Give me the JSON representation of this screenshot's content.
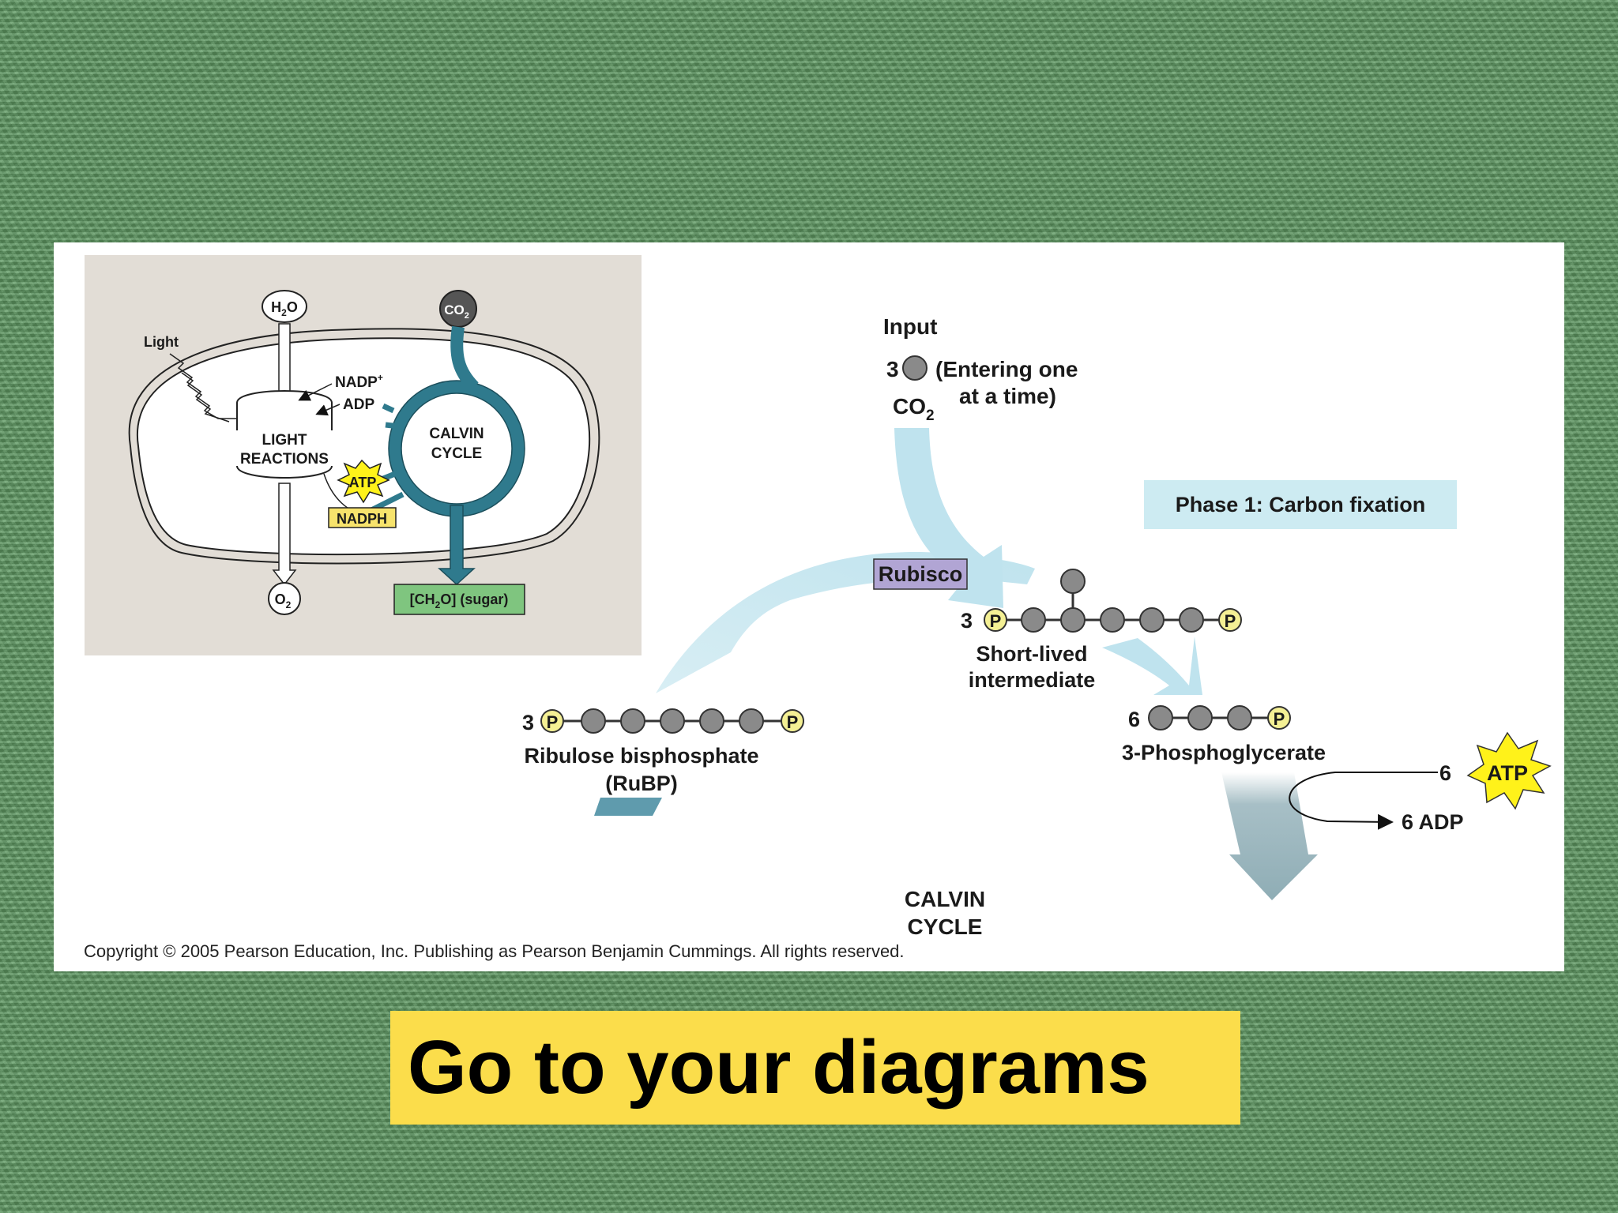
{
  "colors": {
    "background": "#5f9a63",
    "panel": "#ffffff",
    "inset_background": "#e2ddd6",
    "calvin_cycle_arrow": "#2f7a8d",
    "flow_arrow_light": "#bfe3ee",
    "phase_box": "#cdebf2",
    "rubisco_box": "#b1a5d4",
    "atp_starburst": "#fff21a",
    "nadph_box": "#f7e36c",
    "sugar_box": "#7fc57f",
    "phosphate": "#f4f094",
    "cta_box": "#fbdd4b"
  },
  "inset": {
    "h2o": "H",
    "h2o_sub": "2",
    "h2o_tail": "O",
    "co2": "CO",
    "co2_sub": "2",
    "light": "Light",
    "nadp": "NADP",
    "nadp_sup": "+",
    "adp": "ADP",
    "light_reactions": [
      "LIGHT",
      "REACTIONS"
    ],
    "calvin_cycle": [
      "CALVIN",
      "CYCLE"
    ],
    "atp": "ATP",
    "nadph": "NADPH",
    "o2": "O",
    "o2_sub": "2",
    "sugar_pre": "[CH",
    "sugar_sub": "2",
    "sugar_post": "O] (sugar)"
  },
  "main": {
    "input_label": "Input",
    "co2_count": "3",
    "entering_line1": "(Entering one",
    "entering_line2": "at a time)",
    "co2_label": "CO",
    "co2_sub": "2",
    "phase_label": "Phase 1: Carbon fixation",
    "rubisco": "Rubisco",
    "intermediate_count": "3",
    "intermediate_line1": "Short-lived",
    "intermediate_line2": "intermediate",
    "pga_count": "6",
    "pga_label": "3-Phosphoglycerate",
    "rubp_count": "3",
    "rubp_line1": "Ribulose bisphosphate",
    "rubp_line2": "(RuBP)",
    "phosphate_symbol": "P",
    "atp_count": "6",
    "atp_label": "ATP",
    "adp_label": "6 ADP",
    "calvin_line1": "CALVIN",
    "calvin_line2": "CYCLE"
  },
  "copyright": "Copyright ©  2005 Pearson Education, Inc. Publishing as Pearson Benjamin Cummings. All rights reserved.",
  "cta": "Go to your diagrams"
}
